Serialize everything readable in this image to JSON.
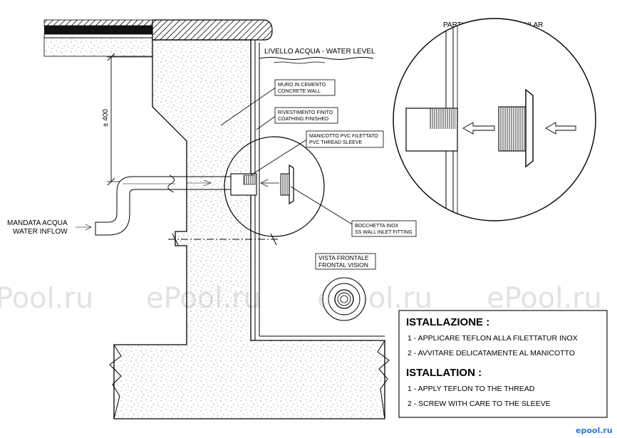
{
  "diagram": {
    "level": {
      "it": "LIVELLO ACQUA",
      "en": "WATER LEVEL",
      "full": "LIVELLO ACQUA - WATER LEVEL"
    },
    "detail_title": "PARTICOLARE / PARTICULAR",
    "dimension": "± 400",
    "wall": {
      "it": "MURO IN CEMENTO",
      "en": "CONCRETE WALL"
    },
    "finish": {
      "it": "RIVESTIMENTO FINITO",
      "en": "COATHING FINISHED"
    },
    "sleeve": {
      "it": "MANICOTTO PVC FILETTATO",
      "en": "PVC THREAD SLEEVE"
    },
    "fitting": {
      "it": "BOCCHETTA INOX",
      "en": "SS WALL INLET FITTING"
    },
    "inflow": {
      "it": "MANDATA ACQUA",
      "en": "WATER INFLOW"
    },
    "front": {
      "it": "VISTA FRONTALE",
      "en": "FRONTAL VISION"
    },
    "install_it": {
      "title": "ISTALLAZIONE :",
      "steps": [
        "1 - APPLICARE TEFLON ALLA FILETTATUR INOX",
        "2 - AVVITARE DELICATAMENTE AL MANICOTTO"
      ]
    },
    "install_en": {
      "title": "ISTALLATION :",
      "steps": [
        "1 - APPLY TEFLON TO THE THREAD",
        "2 - SCREW WITH CARE TO THE SLEEVE"
      ]
    }
  },
  "watermark": [
    "Pool.ru",
    "ePool.ru",
    "ePool.ru",
    "ePool.ru"
  ],
  "logo": "epool.ru",
  "colors": {
    "line": "#000000",
    "watermark": "#e2e2e2",
    "logo": "#2b78d6",
    "concrete": "#ffffff"
  }
}
